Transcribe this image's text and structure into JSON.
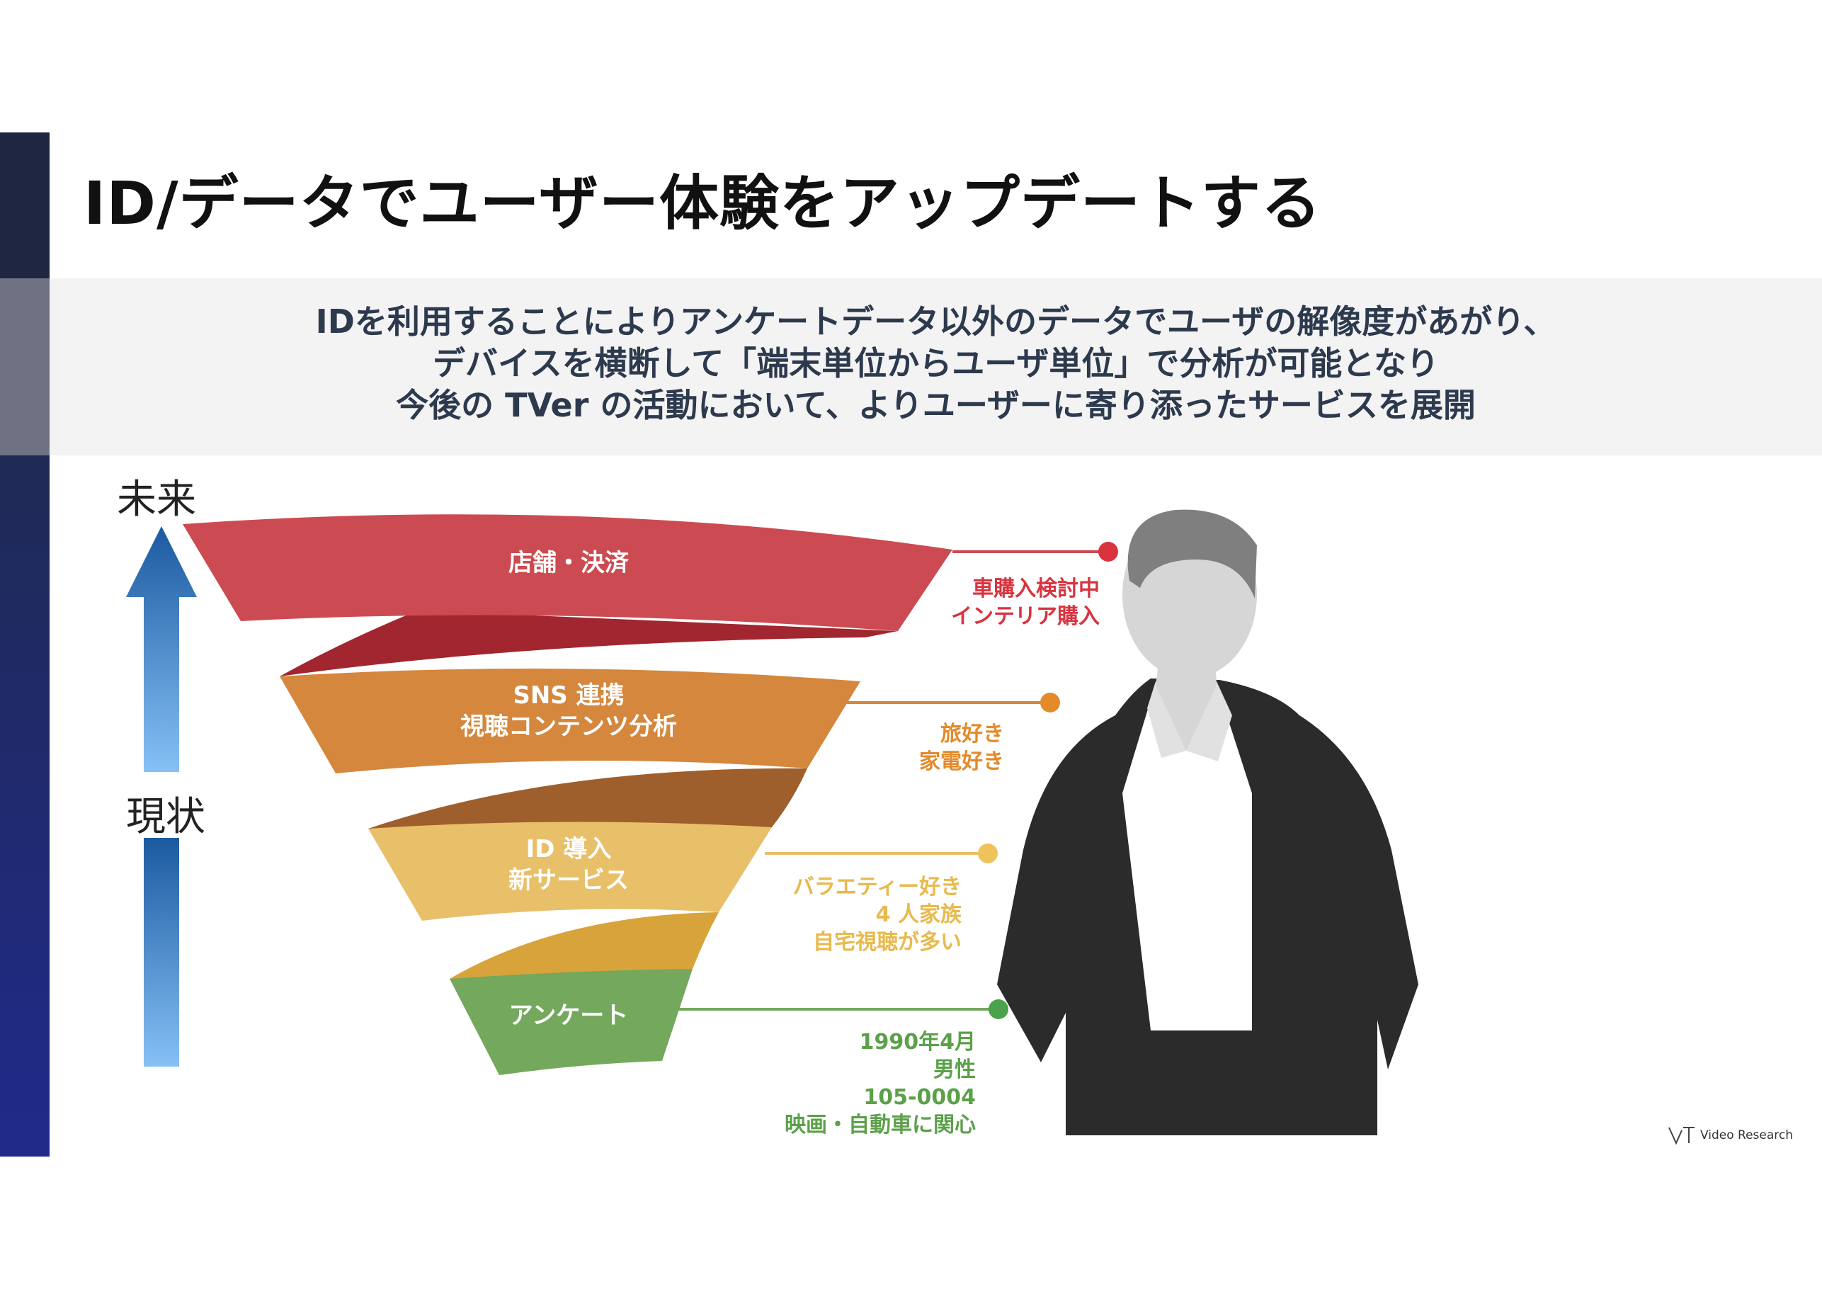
{
  "slide": {
    "title": "ID/データでユーザー体験をアップデートする",
    "summary_lines": [
      "IDを利用することによりアンケートデータ以外のデータでユーザの解像度があがり、",
      "デバイスを横断して「端末単位からユーザ単位」で分析が可能となり",
      "今後の TVer の活動において、よりユーザーに寄り添ったサービスを展開"
    ]
  },
  "axis": {
    "top_label": "未来",
    "bottom_label": "現状"
  },
  "funnel": {
    "levels": [
      {
        "label_lines": [
          "店舗・決済"
        ],
        "color": "#cc4b52",
        "dark_color": "#a1262f",
        "attributes": [
          "車購入検討中",
          "インテリア購入"
        ]
      },
      {
        "label_lines": [
          "SNS 連携",
          "視聴コンテンツ分析"
        ],
        "color": "#d4873d",
        "dark_color": "#9e5f2c",
        "attributes": [
          "旅好き",
          "家電好き"
        ]
      },
      {
        "label_lines": [
          "ID 導入",
          "新サービス"
        ],
        "color": "#e8c06a",
        "dark_color": "#d8a33b",
        "attributes": [
          "バラエティー好き",
          "4 人家族",
          "自宅視聴が多い"
        ]
      },
      {
        "label_lines": [
          "アンケート"
        ],
        "color": "#74a85c",
        "dark_color": "#5c8c48",
        "attributes": [
          "1990年4月",
          "男性",
          "105-0004",
          "映画・自動車に関心"
        ]
      }
    ]
  },
  "person": {
    "hair_color": "#7f7f7f",
    "skin_color": "#d6d6d6",
    "jacket_color": "#2b2b2b",
    "shirt_color": "#ffffff",
    "collar_color": "#e1e1e1"
  },
  "logo": {
    "text": "Video Research"
  }
}
